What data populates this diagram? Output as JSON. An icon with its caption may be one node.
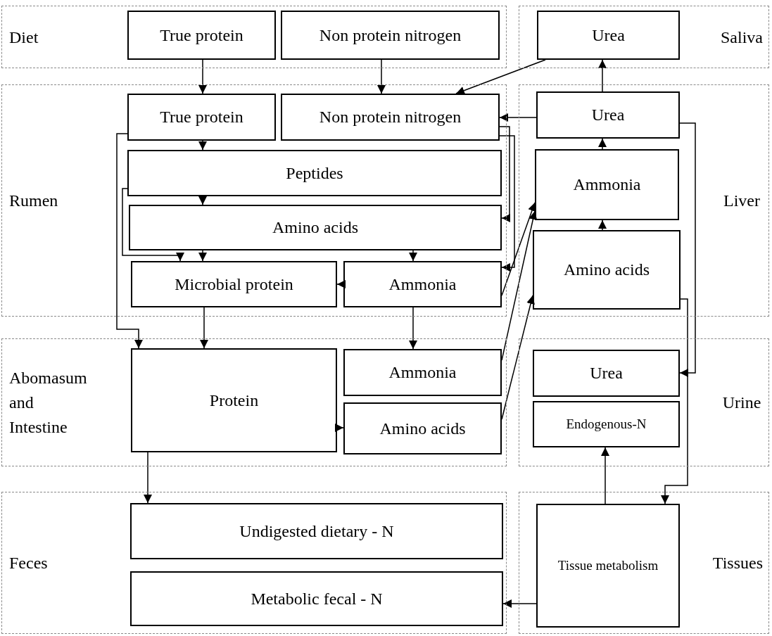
{
  "diagram": {
    "nodes": [
      {
        "text": [
          "Diet"
        ]
      },
      {
        "text": [
          "True protein"
        ],
        "in": 0
      },
      {
        "text": [
          "Non protein nitrogen"
        ],
        "in": 0
      },
      {
        "text": [
          "Saliva"
        ]
      },
      {
        "text": [
          "Urea"
        ],
        "in": 3
      },
      {
        "text": [
          "Rumen"
        ]
      },
      {
        "text": [
          "True protein"
        ],
        "in": 5
      },
      {
        "text": [
          "Non protein nitrogen"
        ],
        "in": 5
      },
      {
        "text": [
          "Peptides"
        ],
        "in": 5
      },
      {
        "text": [
          "Amino acids"
        ],
        "in": 5
      },
      {
        "text": [
          "Microbial protein"
        ],
        "in": 5
      },
      {
        "text": [
          "Ammonia"
        ],
        "in": 5
      },
      {
        "text": [
          "Liver"
        ]
      },
      {
        "text": [
          "Urea"
        ],
        "in": 12
      },
      {
        "text": [
          "Ammonia"
        ],
        "in": 12
      },
      {
        "text": [
          "Amino acids"
        ],
        "in": 12
      },
      {
        "text": [
          "Abomasum and Intestine"
        ]
      },
      {
        "text": [
          "Protein"
        ],
        "in": 16
      },
      {
        "text": [
          "Ammonia"
        ],
        "in": 16
      },
      {
        "text": [
          "Amino acids"
        ],
        "in": 16
      },
      {
        "text": [
          "Urine"
        ]
      },
      {
        "text": [
          "Urea"
        ],
        "in": 20
      },
      {
        "text": [
          "Endogenous-N"
        ],
        "in": 20
      },
      {
        "text": [
          "Feces"
        ]
      },
      {
        "text": [
          "Undigested dietary - N"
        ],
        "in": 23
      },
      {
        "text": [
          "Metabolic fecal - N"
        ],
        "in": 23
      },
      {
        "text": [
          "Tissues"
        ]
      },
      {
        "text": [
          "Tissue metabolism"
        ],
        "in": 26
      }
    ],
    "edges": [
      {
        "from": 1,
        "to": 6,
        "arrow": "to"
      },
      {
        "from": 2,
        "to": 7,
        "arrow": "to"
      },
      {
        "from": 4,
        "to": 7,
        "arrow": "to"
      },
      {
        "from": 13,
        "to": 7,
        "arrow": "to"
      },
      {
        "from": 13,
        "to": 4,
        "arrow": "to"
      },
      {
        "from": 6,
        "to": 8,
        "arrow": "to"
      },
      {
        "from": 8,
        "to": 9,
        "arrow": "to"
      },
      {
        "from": 9,
        "to": 10,
        "arrow": "to"
      },
      {
        "from": 8,
        "to": 10,
        "arrow": "to"
      },
      {
        "from": 6,
        "to": 17,
        "arrow": "to"
      },
      {
        "from": 7,
        "to": 9,
        "arrow": "to"
      },
      {
        "from": 9,
        "to": 11,
        "arrow": "to"
      },
      {
        "from": 7,
        "to": 11,
        "arrow": "to"
      },
      {
        "from": 11,
        "to": 10,
        "arrow": "to"
      },
      {
        "from": 11,
        "to": 14,
        "arrow": "to"
      },
      {
        "from": 18,
        "to": 14,
        "arrow": "to"
      },
      {
        "from": 19,
        "to": 15,
        "arrow": "to"
      },
      {
        "from": 14,
        "to": 13,
        "arrow": "to"
      },
      {
        "from": 15,
        "to": 14,
        "arrow": "to"
      },
      {
        "from": 10,
        "to": 17,
        "arrow": "to"
      },
      {
        "from": 11,
        "to": 18,
        "arrow": "to"
      },
      {
        "from": 17,
        "to": 19,
        "arrow": "to"
      },
      {
        "from": 17,
        "to": 24,
        "arrow": "to"
      },
      {
        "from": 13,
        "to": 21,
        "arrow": "to"
      },
      {
        "from": 15,
        "to": 27,
        "arrow": "to"
      },
      {
        "from": 27,
        "to": 22,
        "arrow": "to"
      },
      {
        "from": 27,
        "to": 25,
        "arrow": "to"
      }
    ]
  }
}
